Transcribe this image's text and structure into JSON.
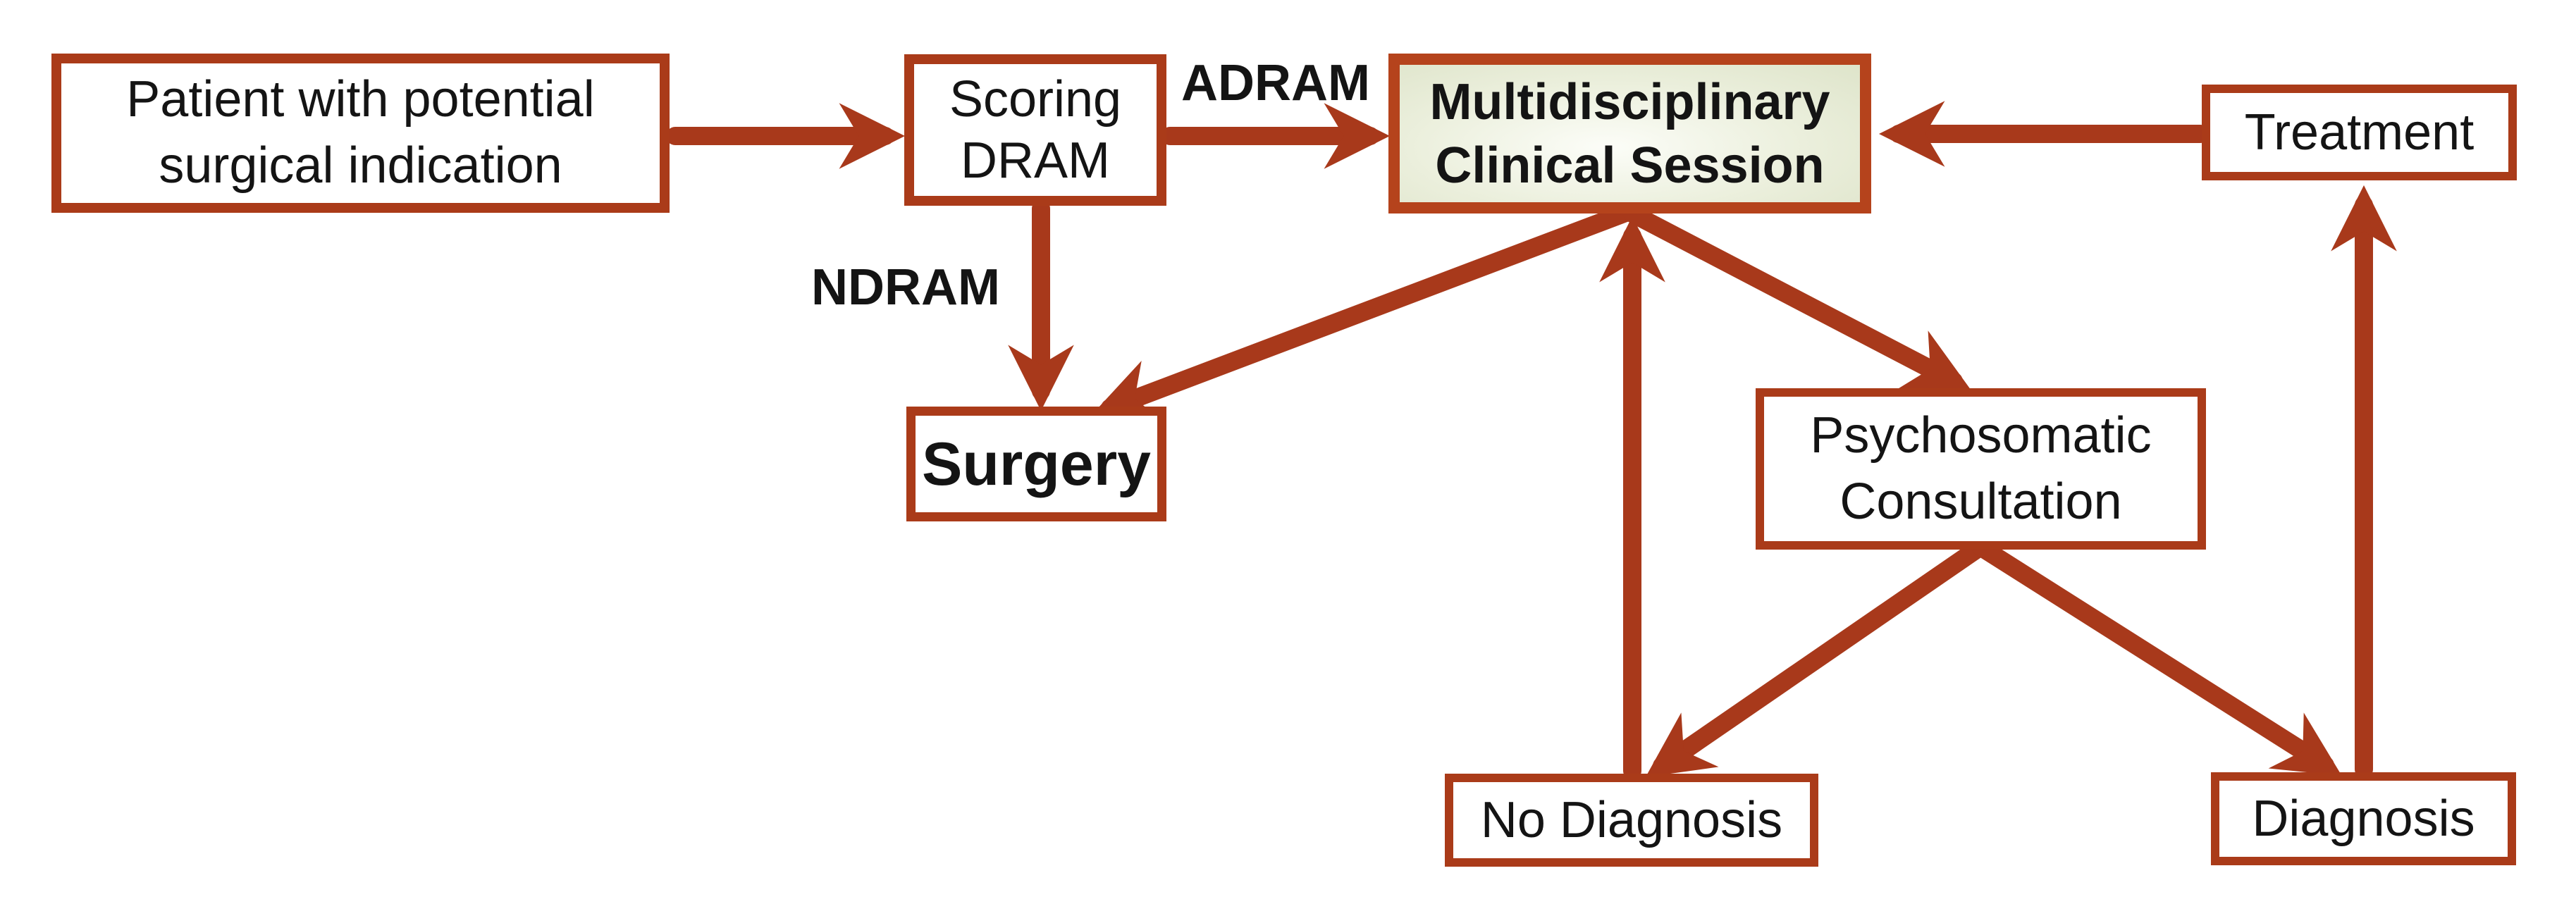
{
  "nodes": {
    "patient": {
      "line1": "Patient with potential",
      "line2": "surgical indication"
    },
    "scoring": {
      "line1": "Scoring",
      "line2": "DRAM"
    },
    "mcs": {
      "line1": "Multidisciplinary",
      "line2": "Clinical Session"
    },
    "treatment": {
      "label": "Treatment"
    },
    "surgery": {
      "label": "Surgery"
    },
    "psychosomatic": {
      "line1": "Psychosomatic",
      "line2": "Consultation"
    },
    "no_diagnosis": {
      "label": "No Diagnosis"
    },
    "diagnosis": {
      "label": "Diagnosis"
    }
  },
  "edge_labels": {
    "adram": "ADRAM",
    "ndram": "NDRAM"
  },
  "edges": [
    {
      "from": "patient",
      "to": "scoring",
      "label": ""
    },
    {
      "from": "scoring",
      "to": "mcs",
      "label": "ADRAM"
    },
    {
      "from": "scoring",
      "to": "surgery",
      "label": "NDRAM"
    },
    {
      "from": "mcs",
      "to": "surgery",
      "label": ""
    },
    {
      "from": "mcs",
      "to": "psychosomatic",
      "label": ""
    },
    {
      "from": "no_diagnosis",
      "to": "mcs",
      "label": ""
    },
    {
      "from": "psychosomatic",
      "to": "no_diagnosis",
      "label": ""
    },
    {
      "from": "psychosomatic",
      "to": "diagnosis",
      "label": ""
    },
    {
      "from": "diagnosis",
      "to": "treatment",
      "label": ""
    },
    {
      "from": "treatment",
      "to": "mcs",
      "label": ""
    }
  ],
  "colors": {
    "arrow": "#A8391B",
    "box_border": "#AA3B19",
    "mcs_border": "#B5431C",
    "box_fill": "#FFFFFF",
    "mcs_fill_edge": "#DEE4CA",
    "mcs_fill_mid": "#EBEFDC",
    "mcs_fill_center": "#FCFDF8",
    "text": "#141414",
    "page_bg": "#FFFFFF"
  }
}
